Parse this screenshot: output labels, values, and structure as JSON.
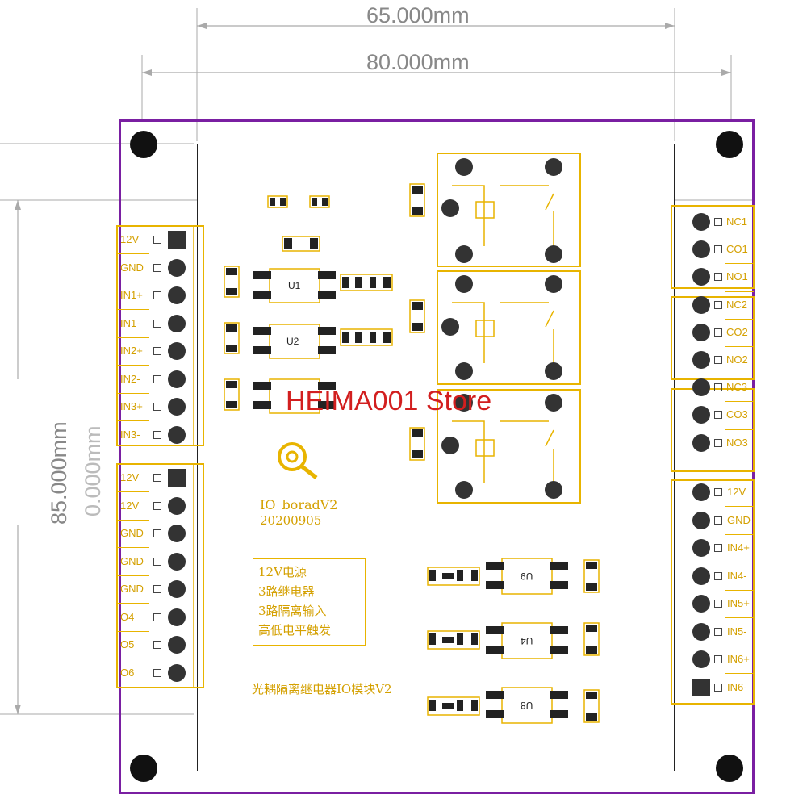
{
  "dimensions": {
    "width_inner": "65.000mm",
    "width_outer": "80.000mm",
    "height_outer": "85.000mm",
    "height_inner": "0.000mm"
  },
  "board": {
    "name": "IO_boradV2",
    "date": "20200905",
    "title": "光耦隔离继电器IO模块V2",
    "features": [
      "12V电源",
      "3路继电器",
      "3路隔离输入",
      "高低电平触发"
    ],
    "watermark": "HEIMA001 Store"
  },
  "left_connector_top": [
    "12V",
    "GND",
    "IN1+",
    "IN1-",
    "IN2+",
    "IN2-",
    "IN3+",
    "IN3-"
  ],
  "left_connector_bottom": [
    "12V",
    "12V",
    "GND",
    "GND",
    "GND",
    "O4",
    "O5",
    "O6"
  ],
  "right_relay_terminals": [
    "NC1",
    "CO1",
    "NO1",
    "NC2",
    "CO2",
    "NO2",
    "NC3",
    "CO3",
    "NO3"
  ],
  "right_connector_bottom": [
    "12V",
    "GND",
    "IN4+",
    "IN4-",
    "IN5+",
    "IN5-",
    "IN6+",
    "IN6-"
  ],
  "optocouplers_left": [
    "U1",
    "U2"
  ],
  "optocouplers_right": [
    "U9",
    "U4",
    "U8"
  ],
  "colors": {
    "board_outline": "#7a1fa2",
    "silkscreen": "#e8b400",
    "watermark": "#d21f1f",
    "dimension": "#888888"
  }
}
